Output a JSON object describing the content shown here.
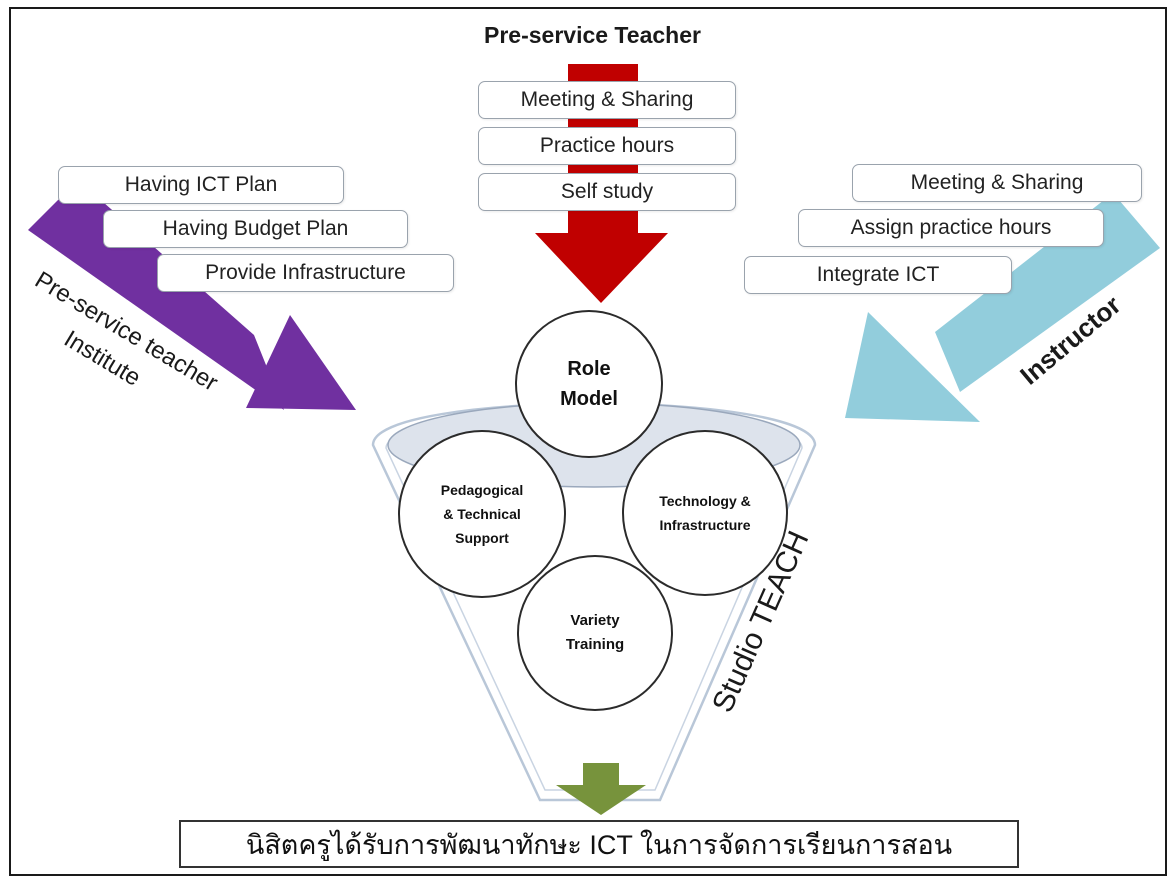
{
  "colors": {
    "teacher_arrow": "#c00000",
    "institute_arrow": "#7030a0",
    "instructor_arrow": "#92cddc",
    "output_arrow": "#77933c",
    "funnel_border": "#b9c7d8",
    "funnel_inner": "#dde3ec"
  },
  "preservice_teacher": {
    "title": "Pre-service Teacher",
    "items": [
      "Meeting & Sharing",
      "Practice hours",
      "Self study"
    ]
  },
  "institute": {
    "label_line1": "Pre-service teacher",
    "label_line2": "Institute",
    "items": [
      "Having ICT Plan",
      "Having Budget Plan",
      "Provide Infrastructure"
    ]
  },
  "instructor": {
    "label": "Instructor",
    "items": [
      "Meeting & Sharing",
      "Assign practice hours",
      "Integrate ICT"
    ]
  },
  "funnel": {
    "label": "Studio TEACH",
    "role_model": {
      "line1": "Role",
      "line2": "Model"
    },
    "pedagogical": {
      "line1": "Pedagogical",
      "line2": "& Technical",
      "line3": "Support"
    },
    "technology": {
      "line1": "Technology &",
      "line2": "Infrastructure"
    },
    "training": {
      "line1": "Variety",
      "line2": "Training"
    }
  },
  "result": {
    "text": "นิสิตครูได้รับการพัฒนาทักษะ ICT ในการจัดการเรียนการสอน"
  }
}
